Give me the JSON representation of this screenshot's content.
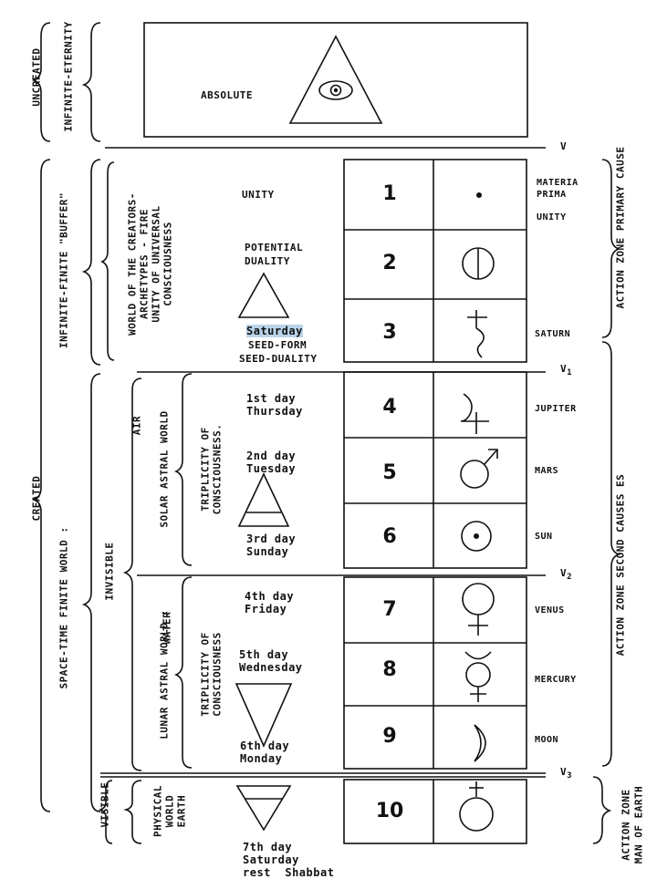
{
  "left": {
    "uncreated": "UNCREATED",
    "infinite_eternity": "INFINITE-ETERNITY",
    "created": "CREATED",
    "infinite_finite_buffer": "INFINITE-FINITE \"BUFFER\"",
    "space_time_world": "SPACE-TIME FINITE WORLD :",
    "invisible": "INVISIBLE",
    "visible": "VISIBLE"
  },
  "absolute": {
    "label": "ABSOLUTE"
  },
  "archetypes": [
    "WORLD OF THE CREATORS-",
    "ARCHETYPES - FIRE",
    "UNITY OF UNIVERSAL",
    "CONSCIOUSNESS"
  ],
  "solar": {
    "world": [
      "SOLAR ASTRAL WORLD",
      "AIR"
    ],
    "triplicity": [
      "TRIPLICITY OF",
      "CONSCIOUSNESS."
    ]
  },
  "lunar": {
    "world": [
      "LUNAR ASTRAL WORLD :",
      "WATER"
    ],
    "triplicity": [
      "TRIPLICITY OF",
      "CONSCIOUSNESS"
    ]
  },
  "physical": [
    "PHYSICAL",
    "WORLD",
    "EARTH"
  ],
  "texts": {
    "unity": "UNITY",
    "potential": "POTENTIAL",
    "duality": "DUALITY",
    "saturday": "Saturday",
    "seed_form": "SEED-FORM",
    "seed_duality": "SEED-DUALITY",
    "d1": [
      "1st day",
      "Thursday"
    ],
    "d2": [
      "2nd day",
      "Tuesday"
    ],
    "d3": [
      "3rd day",
      "Sunday"
    ],
    "d4": [
      "4th day",
      "Friday"
    ],
    "d5": [
      "5th day",
      "Wednesday"
    ],
    "d6": [
      "6th day",
      "Monday"
    ],
    "d7": [
      "7th day",
      "Saturday",
      "rest",
      "Shabbat"
    ]
  },
  "numbers": [
    "1",
    "2",
    "3",
    "4",
    "5",
    "6",
    "7",
    "8",
    "9",
    "10"
  ],
  "planets": {
    "materia": [
      "MATERIA",
      "PRIMA"
    ],
    "unity": "UNITY",
    "saturn": "SATURN",
    "jupiter": "JUPITER",
    "mars": "MARS",
    "sun": "SUN",
    "venus": "VENUS",
    "mercury": "MERCURY",
    "moon": "MOON"
  },
  "levels": {
    "v": "V",
    "v1": "V",
    "v1_sub": "1",
    "v2": "V",
    "v2_sub": "2",
    "v3": "V",
    "v3_sub": "3"
  },
  "right": {
    "primary": "ACTION ZONE PRIMARY CAUSE",
    "second": "ACTION ZONE SECOND CAUSES ES",
    "earth": [
      "ACTION ZONE",
      "MAN OF EARTH"
    ]
  }
}
